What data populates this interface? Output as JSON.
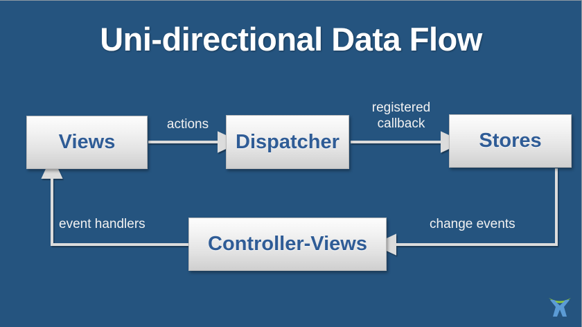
{
  "slide": {
    "title": "Uni-directional Data Flow",
    "background_color": "#25547f",
    "title_color": "#ffffff",
    "node_text_color": "#2f5c96",
    "label_color": "#f2f2f2",
    "connector_color": "#dcdcdc",
    "logo_arc_color": "#8cc63f",
    "logo_figure_color": "#5b9bd5"
  },
  "nodes": [
    {
      "id": "views",
      "label": "Views"
    },
    {
      "id": "dispatcher",
      "label": "Dispatcher"
    },
    {
      "id": "stores",
      "label": "Stores"
    },
    {
      "id": "controller",
      "label": "Controller-Views"
    }
  ],
  "edges": [
    {
      "id": "views-to-dispatcher",
      "label": "actions",
      "from": "views",
      "to": "dispatcher",
      "direction": "right"
    },
    {
      "id": "dispatcher-to-stores",
      "label": "registered\ncallback",
      "from": "dispatcher",
      "to": "stores",
      "direction": "right"
    },
    {
      "id": "stores-to-controller",
      "label": "change events",
      "from": "stores",
      "to": "controller",
      "direction": "left"
    },
    {
      "id": "controller-to-views",
      "label": "event handlers",
      "from": "controller",
      "to": "views",
      "direction": "up"
    }
  ],
  "logo": {
    "name": "brand-logo"
  }
}
